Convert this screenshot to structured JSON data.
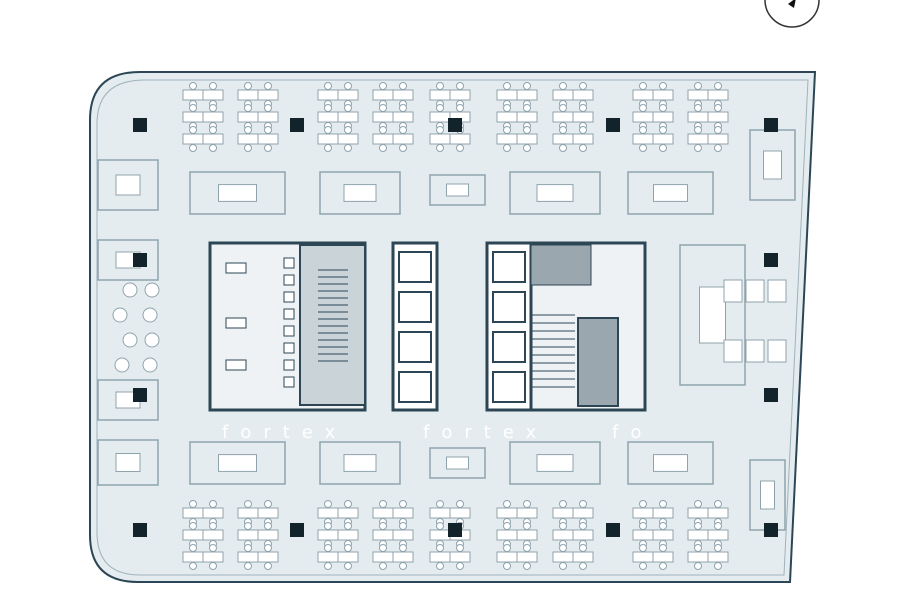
{
  "plan": {
    "watermark": "fortex",
    "watermark_repeats": [
      "fortex",
      "fortex",
      "fo"
    ],
    "colors": {
      "floor": "#e4ecef",
      "line": "#2c4656",
      "furniture": "#ffffff",
      "furniture_line": "#8fa3ad",
      "column": "#13232c",
      "core_fill": "#c9d3d8",
      "core_dark": "#9aa7ae"
    }
  }
}
